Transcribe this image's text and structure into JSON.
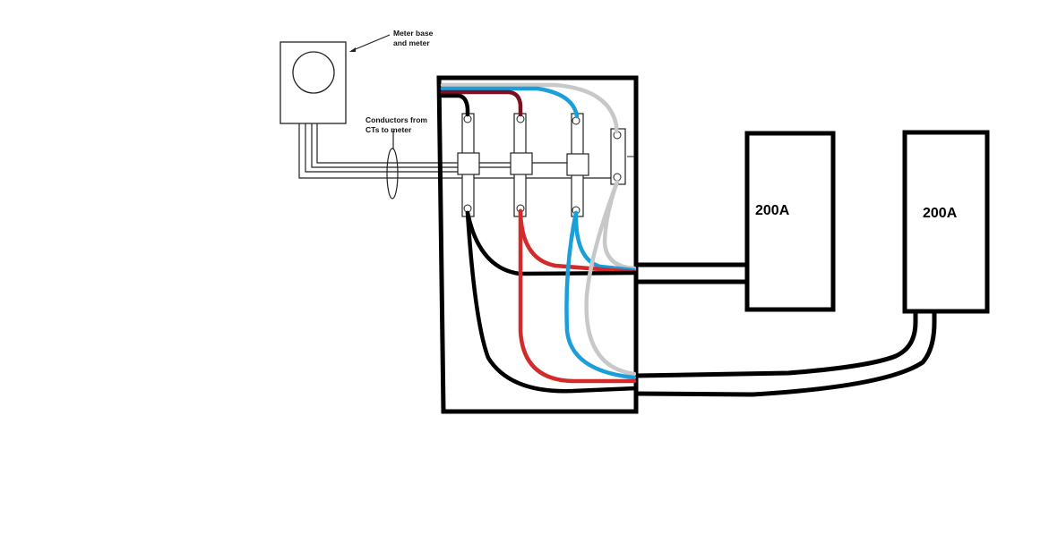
{
  "diagram": {
    "title": "CT meter wiring with two 200A subpanels",
    "labels": {
      "meter": [
        "Meter base",
        "and meter"
      ],
      "conductors": [
        "Conductors from",
        "CTs to meter"
      ]
    },
    "panels": [
      {
        "id": "panel-1",
        "rating": "200A"
      },
      {
        "id": "panel-2",
        "rating": "200A"
      }
    ],
    "wire_colors": {
      "line1_black": "#000000",
      "line2_red": "#d42a2a",
      "line3_blue": "#1a9fdb",
      "neutral_gray": "#c8c8c8",
      "supply_maroon": "#7a1020"
    },
    "components": [
      "meter-base",
      "ct-enclosure",
      "current-transformer-1",
      "current-transformer-2",
      "current-transformer-3",
      "neutral-bar",
      "subpanel-1",
      "subpanel-2"
    ]
  }
}
